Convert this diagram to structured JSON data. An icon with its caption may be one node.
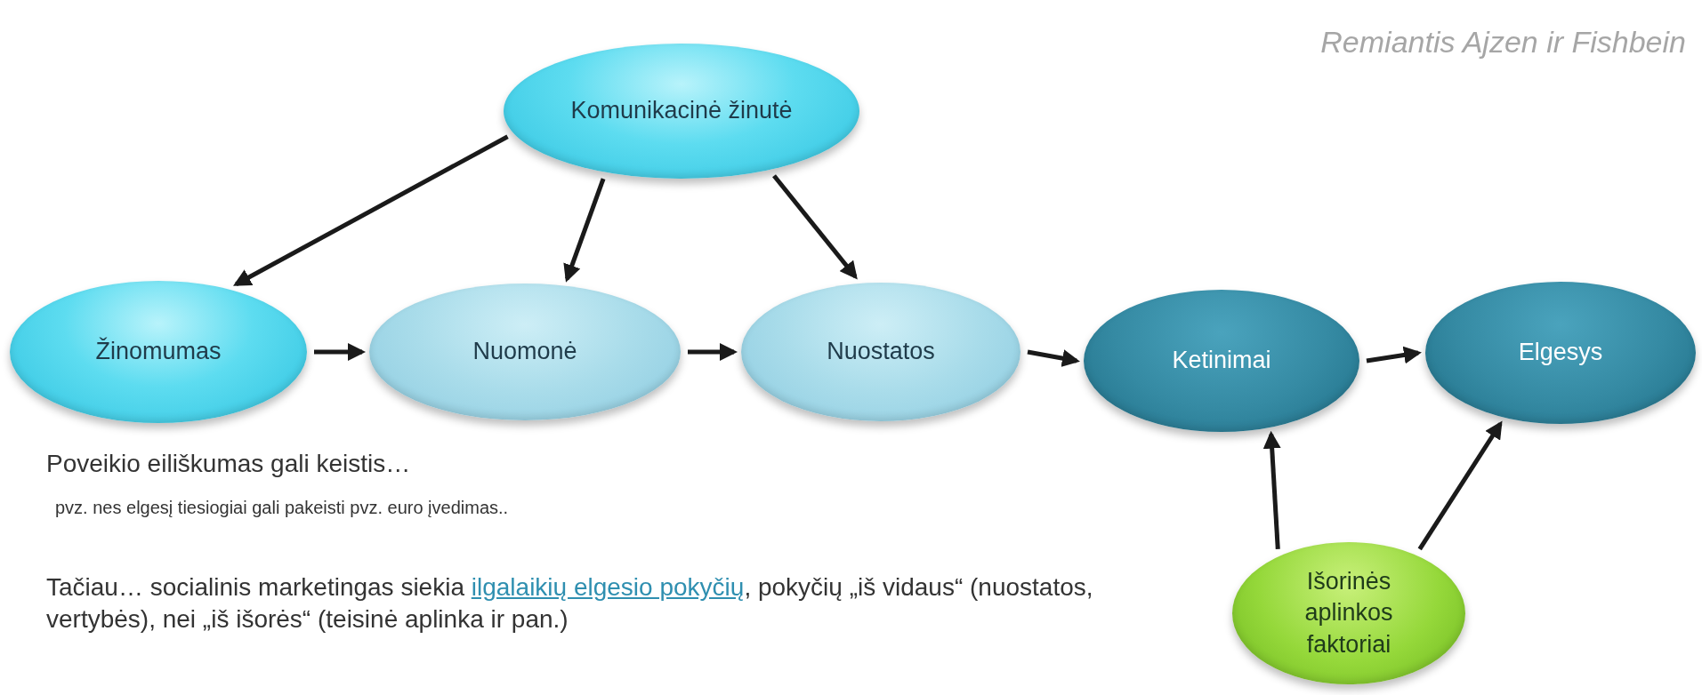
{
  "diagram": {
    "nodes": [
      {
        "text": [
          "Komunikacinė žinutė"
        ]
      },
      {
        "text": [
          "Žinomumas"
        ]
      },
      {
        "text": [
          "Nuomonė"
        ]
      },
      {
        "text": [
          "Nuostatos"
        ]
      },
      {
        "text": [
          "Ketinimai"
        ]
      },
      {
        "text": [
          "Elgesys"
        ]
      },
      {
        "text": [
          "Išorinės aplinkos faktoriai"
        ]
      }
    ],
    "edges": [
      {
        "from": 0,
        "to": 1,
        "arrow": "to"
      },
      {
        "from": 0,
        "to": 2,
        "arrow": "to"
      },
      {
        "from": 0,
        "to": 3,
        "arrow": "to"
      },
      {
        "from": 1,
        "to": 2,
        "arrow": "to"
      },
      {
        "from": 2,
        "to": 3,
        "arrow": "to"
      },
      {
        "from": 3,
        "to": 4,
        "arrow": "to"
      },
      {
        "from": 4,
        "to": 5,
        "arrow": "to"
      },
      {
        "from": 6,
        "to": 4,
        "arrow": "to"
      },
      {
        "from": 6,
        "to": 5,
        "arrow": "to"
      }
    ],
    "labels": [
      "Remiantis Ajzen ir Fishbein",
      "Poveikio eiliškumas gali keistis…",
      "pvz. nes elgesį tiesiogiai gali pakeisti pvz. euro įvedimas..",
      "Tačiau… socialinis marketingas siekia ",
      "ilgalaikių elgesio pokyčių",
      ", pokyčių „iš vidaus“ (nuostatos, vertybės), nei „iš išorės“ (teisinė aplinka ir pan.)"
    ]
  }
}
